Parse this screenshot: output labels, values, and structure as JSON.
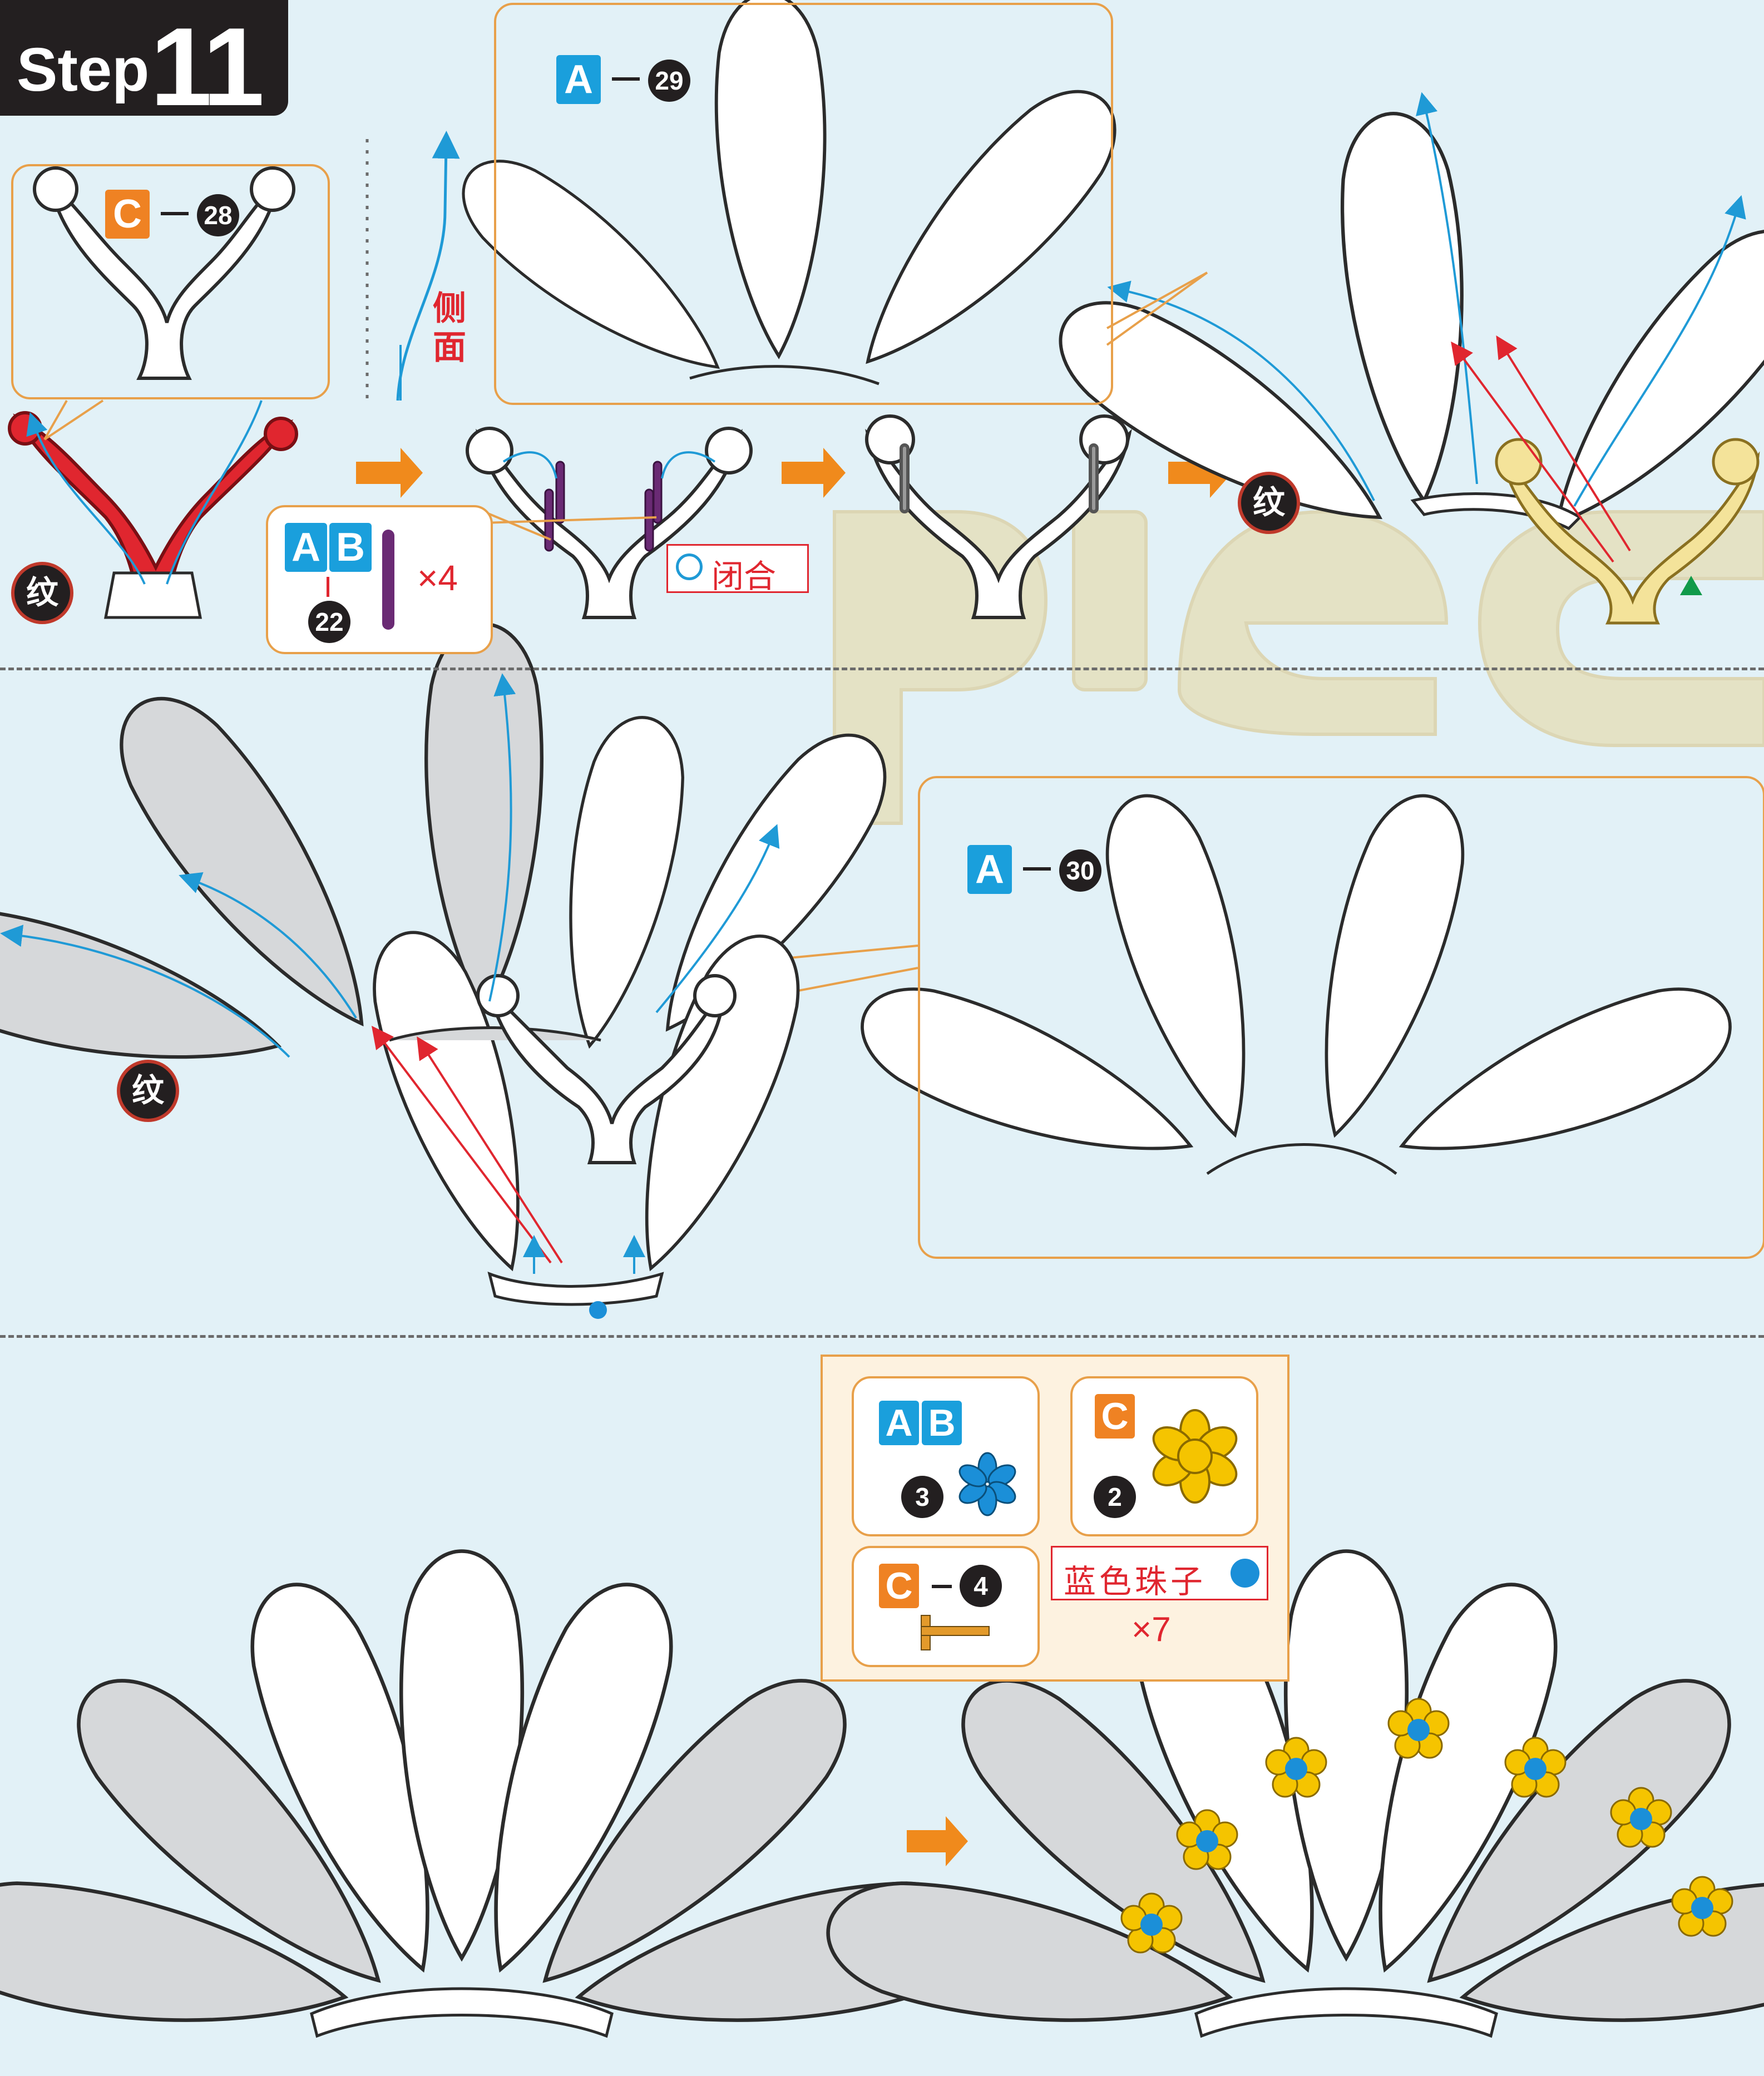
{
  "header": {
    "step_word": "Step",
    "step_number": "11"
  },
  "panel1": {
    "callout_c": {
      "label": "C",
      "number": "28"
    },
    "side_label": "侧面",
    "wen_label": "纹",
    "pin_callout": {
      "label_a": "A",
      "label_b": "B",
      "number": "22",
      "quantity": "×4"
    },
    "close_label": "闭合",
    "callout_a29": {
      "label": "A",
      "number": "29"
    },
    "wen_label_2": "纹"
  },
  "panel2": {
    "wen_label": "纹",
    "callout_a30": {
      "label": "A",
      "number": "30"
    }
  },
  "panel3": {
    "parts": {
      "ab3": {
        "label_a": "A",
        "label_b": "B",
        "number": "3"
      },
      "c2": {
        "label": "C",
        "number": "2"
      },
      "c4": {
        "label": "C",
        "number": "4"
      },
      "bead_label": "蓝色珠子",
      "quantity": "×7"
    }
  },
  "watermark": "piec",
  "colors": {
    "background": "#e2f1f7",
    "callout_border": "#e8a04a",
    "part_a_blue": "#1a9fdc",
    "part_c_orange": "#ef8223",
    "arrow_orange": "#f08a1c",
    "guide_blue": "#1f9ad6",
    "guide_red": "#e0262f",
    "scroll_red": "#e0262f",
    "gold": "#e8b400",
    "bead_blue": "#1b8fd8"
  }
}
